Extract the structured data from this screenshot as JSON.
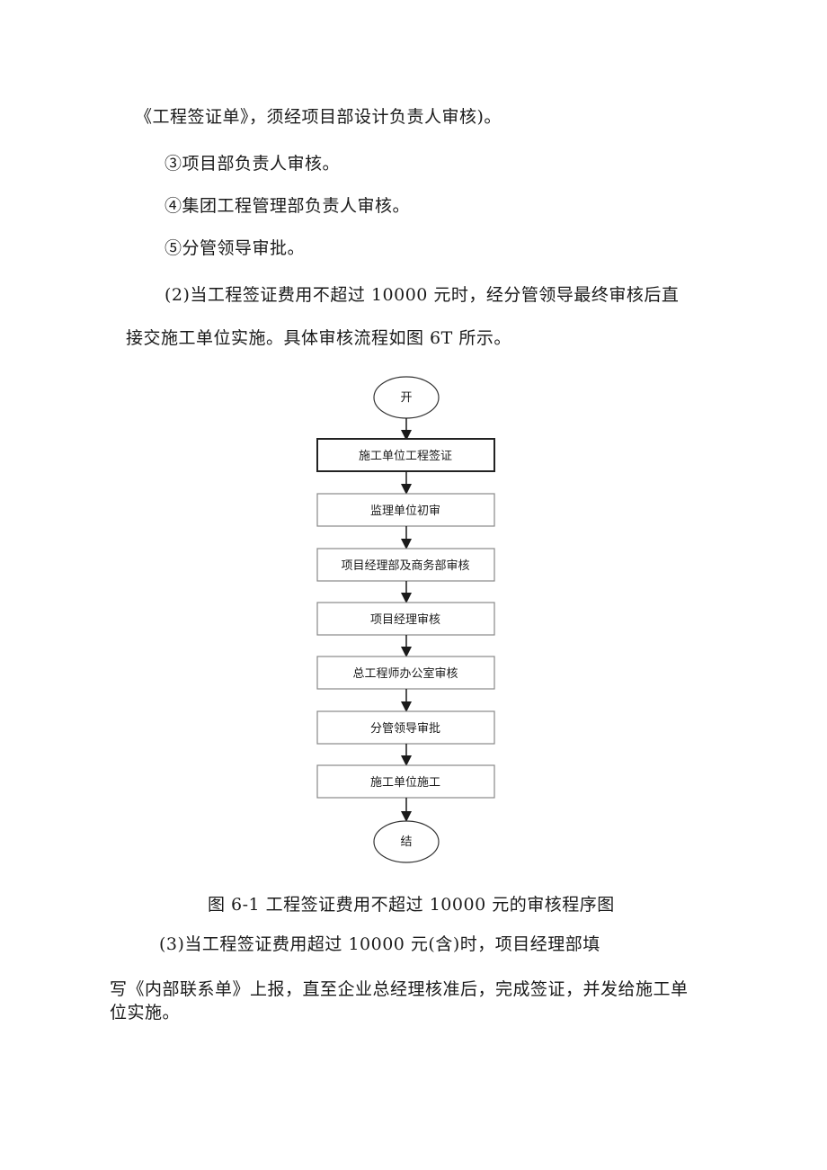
{
  "paragraphs": {
    "p1": "《工程签证单》，须经项目部设计负责人审核)。",
    "p2": "③项目部负责人审核。",
    "p3": "④集团工程管理部负责人审核。",
    "p4": "⑤分管领导审批。",
    "p5_line1": "(2)当工程签证费用不超过 10000 元时，经分管领导最终审核后直",
    "p5_line2": "接交施工单位实施。具体审核流程如图 6T 所示。",
    "p6": "(3)当工程签证费用超过 10000 元(含)时，项目经理部填",
    "p7_line1": "写《内部联系单》上报，直至企业总经理核准后，完成签证，并发给施工单",
    "p7_line2": "位实施。"
  },
  "flowchart": {
    "start": "开",
    "steps": [
      "施工单位工程签证",
      "监理单位初审",
      "项目经理部及商务部审核",
      "项目经理审核",
      "总工程师办公室审核",
      "分管领导审批",
      "施工单位施工"
    ],
    "end": "结"
  },
  "caption": "图 6-1 工程签证费用不超过 10000 元的审核程序图"
}
